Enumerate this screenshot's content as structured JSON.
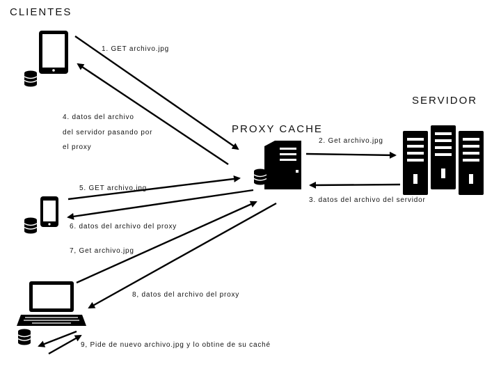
{
  "titles": {
    "clients": "CLIENTES",
    "proxy": "PROXY CACHE",
    "server": "SERVIDOR"
  },
  "labels": {
    "step1": "1. GET archivo.jpg",
    "step2": "2. Get archivo.jpg",
    "step3": "3. datos del archivo del servidor",
    "step4_line1": "4. datos del archivo",
    "step4_line2": "del servidor pasando por",
    "step4_line3": "el  proxy",
    "step5": "5. GET archivo.jpg",
    "step6": "6. datos del archivo del proxy",
    "step7": "7, Get archivo.jpg",
    "step8": "8, datos del archivo del proxy",
    "step9": "9, Pide de nuevo archivo.jpg y lo obtine de su caché"
  },
  "icons": {
    "tablet": "tablet-icon",
    "phone": "smartphone-icon",
    "laptop": "laptop-icon",
    "database": "database-icon",
    "proxy_server": "server-icon",
    "server_rack": "server-rack-icon"
  },
  "colors": {
    "ink": "#000000",
    "background": "#ffffff"
  }
}
